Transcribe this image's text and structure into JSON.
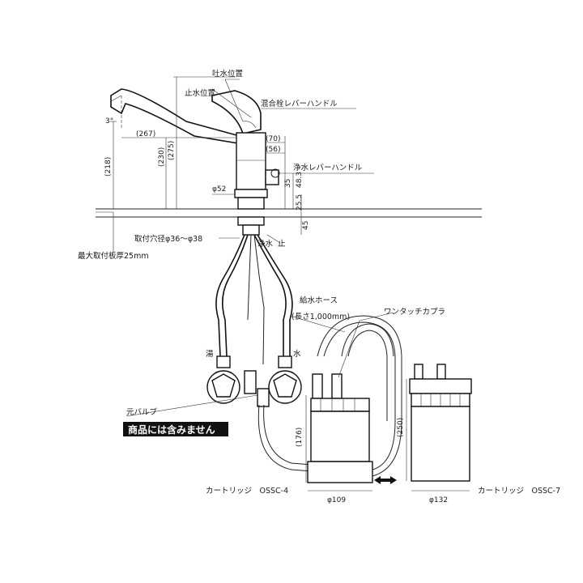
{
  "labels": {
    "spout_position": "吐水位置",
    "stop_position": "止水位置",
    "mixing_lever": "混合栓レバーハンドル",
    "purify_lever": "浄水レバーハンドル",
    "mount_hole": "取付穴径φ36～φ38",
    "max_plate": "最大取付板厚25mm",
    "purify": "浄水",
    "stop": "止",
    "hot": "湯",
    "cold": "水",
    "supply_hose": "給水ホース",
    "hose_length": "(長さ1,000mm)",
    "coupler": "ワンタッチカプラ",
    "main_valve": "元バルブ",
    "not_included": "商品には含みません",
    "cartridge_left": "カートリッジ　OSSC-4",
    "cartridge_right": "カートリッジ　OSSC-7"
  },
  "dims": {
    "angle": "3°",
    "d267": "(267)",
    "d218": "(218)",
    "d230": "(230)",
    "d275": "(275)",
    "d70": "(70)",
    "d56": "(56)",
    "d35": "35",
    "d48_3": "48.3",
    "d25_5": "25.5",
    "d45": "45",
    "phi52": "φ52",
    "d176": "(176)",
    "phi109": "φ109",
    "d250": "(250)",
    "phi132": "φ132"
  }
}
